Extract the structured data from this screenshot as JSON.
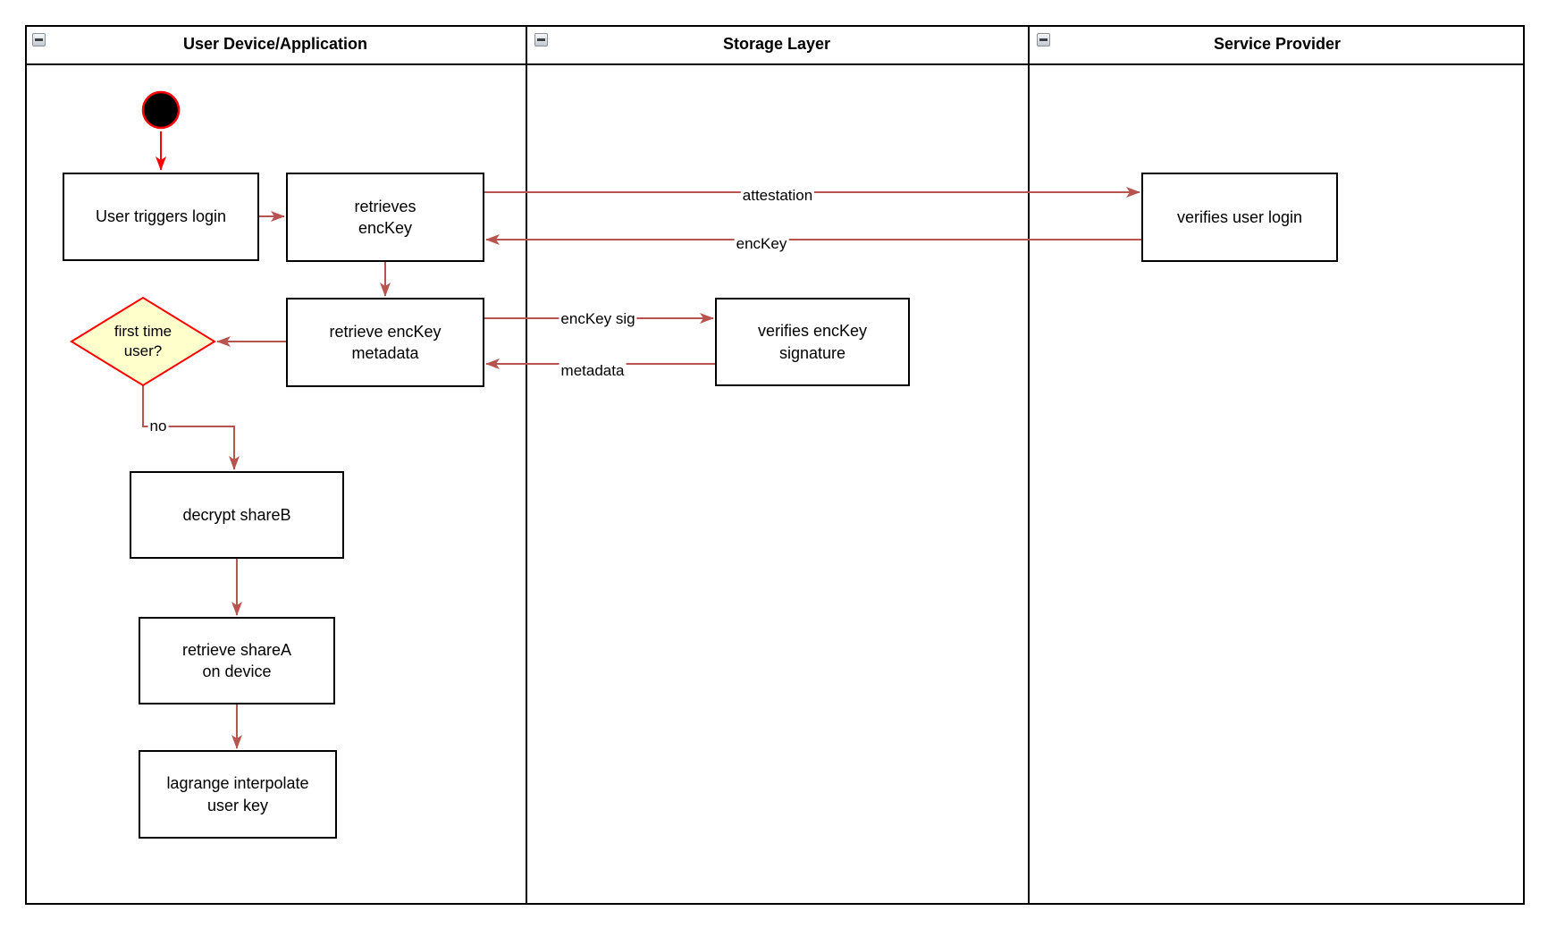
{
  "colors": {
    "connector": "#B85450",
    "start_arrow": "#FF0000",
    "decision_fill": "#FFFFCC",
    "decision_border": "#FF0000",
    "shape_border": "#000000",
    "shape_fill": "#FFFFFF"
  },
  "lanes": [
    {
      "title": "User Device/Application"
    },
    {
      "title": "Storage Layer"
    },
    {
      "title": "Service Provider"
    }
  ],
  "nodes": {
    "user_triggers_login": "User triggers login",
    "retrieves_enckey": "retrieves\nencKey",
    "verifies_user_login": "verifies user login",
    "retrieve_enckey_metadata": "retrieve encKey\nmetadata",
    "verifies_enckey_signature": "verifies encKey\nsignature",
    "first_time_user": "first time\nuser?",
    "decrypt_shareb": "decrypt shareB",
    "retrieve_sharea": "retrieve shareA\non device",
    "lagrange_interpolate": "lagrange interpolate\nuser key"
  },
  "edge_labels": {
    "attestation": "attestation",
    "enckey_return": "encKey",
    "enckey_sig": "encKey sig",
    "metadata_return": "metadata",
    "decision_no": "no"
  }
}
